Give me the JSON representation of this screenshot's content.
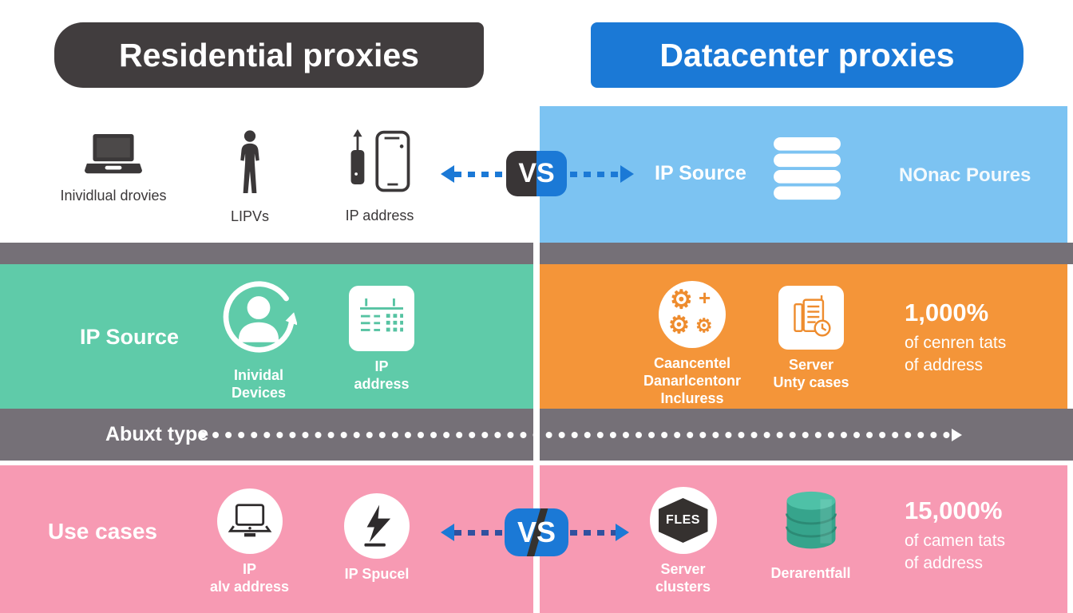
{
  "colors": {
    "residential_header_bg": "#413d3e",
    "datacenter_header_bg": "#1b79d6",
    "datacenter_panel_bg": "#7cc3f2",
    "residential_mid_bg": "#5fcba9",
    "datacenter_mid_bg": "#f49539",
    "divider_bg": "#757077",
    "use_cases_bg": "#f79ab3",
    "vs_blue": "#1b79d6",
    "teal_database": "#36a48c"
  },
  "headers": {
    "left": "Residential proxies",
    "right": "Datacenter proxies"
  },
  "top_row": {
    "left_items": [
      {
        "icon": "laptop-icon",
        "label": "Inividlual drovies"
      },
      {
        "icon": "person-icon",
        "label": "LIPVs"
      },
      {
        "icon": "phone-dongle-icon",
        "label": "IP address"
      }
    ],
    "vs_label": "VS",
    "right": {
      "source_label": "IP Source",
      "icon": "database-icon",
      "value_label": "NOnac Poures"
    }
  },
  "mid_row": {
    "left": {
      "title": "IP Source",
      "items": [
        {
          "icon": "user-sync-icon",
          "label": "Inividal\nDevices"
        },
        {
          "icon": "calendar-icon",
          "label": "IP\naddress"
        }
      ]
    },
    "right": {
      "items": [
        {
          "icon": "gears-icon",
          "label": "Caancentel\nDanarlcentonr\nIncluress"
        },
        {
          "icon": "document-clock-icon",
          "label": "Server\nUnty cases"
        }
      ],
      "stat": {
        "value": "1,000%",
        "line1": "of cenren tats",
        "line2": "of address"
      }
    }
  },
  "divider": {
    "label": "Abuxt type"
  },
  "bottom_row": {
    "title": "Use cases",
    "left_items": [
      {
        "icon": "laptop-outline-icon",
        "label": "IP\nalv address"
      },
      {
        "icon": "lightning-icon",
        "label": "IP Spucel"
      }
    ],
    "vs_label": "VS",
    "right_items": [
      {
        "icon": "hexagon-badge-icon",
        "badge": "FLES",
        "label": "Server\nclusters"
      },
      {
        "icon": "database-3d-icon",
        "label": "Derarentfall"
      }
    ],
    "stat": {
      "value": "15,000%",
      "line1": "of camen tats",
      "line2": "of address"
    }
  }
}
